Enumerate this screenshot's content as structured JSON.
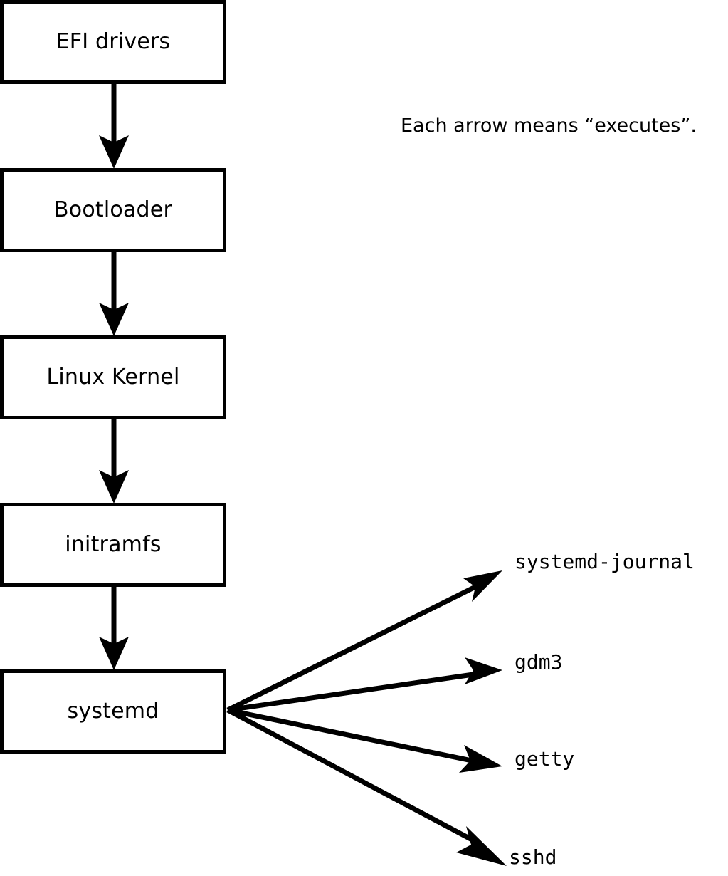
{
  "diagram": {
    "type": "flowchart",
    "title_text": null,
    "colors": {
      "stroke": "#000000",
      "fill": "#ffffff",
      "text": "#000000"
    },
    "annotation": {
      "text": "Each arrow means “executes”."
    },
    "chain_nodes": [
      {
        "id": "efi",
        "label": "EFI drivers"
      },
      {
        "id": "bootloader",
        "label": "Bootloader"
      },
      {
        "id": "kernel",
        "label": "Linux Kernel"
      },
      {
        "id": "initramfs",
        "label": "initramfs"
      },
      {
        "id": "systemd",
        "label": "systemd"
      }
    ],
    "leaf_nodes": [
      {
        "id": "journal",
        "label": "systemd-journal"
      },
      {
        "id": "gdm3",
        "label": "gdm3"
      },
      {
        "id": "getty",
        "label": "getty"
      },
      {
        "id": "sshd",
        "label": "sshd"
      }
    ],
    "edges": [
      {
        "from": "efi",
        "to": "bootloader",
        "meaning": "executes"
      },
      {
        "from": "bootloader",
        "to": "kernel",
        "meaning": "executes"
      },
      {
        "from": "kernel",
        "to": "initramfs",
        "meaning": "executes"
      },
      {
        "from": "initramfs",
        "to": "systemd",
        "meaning": "executes"
      },
      {
        "from": "systemd",
        "to": "journal",
        "meaning": "executes"
      },
      {
        "from": "systemd",
        "to": "gdm3",
        "meaning": "executes"
      },
      {
        "from": "systemd",
        "to": "getty",
        "meaning": "executes"
      },
      {
        "from": "systemd",
        "to": "sshd",
        "meaning": "executes"
      }
    ]
  }
}
